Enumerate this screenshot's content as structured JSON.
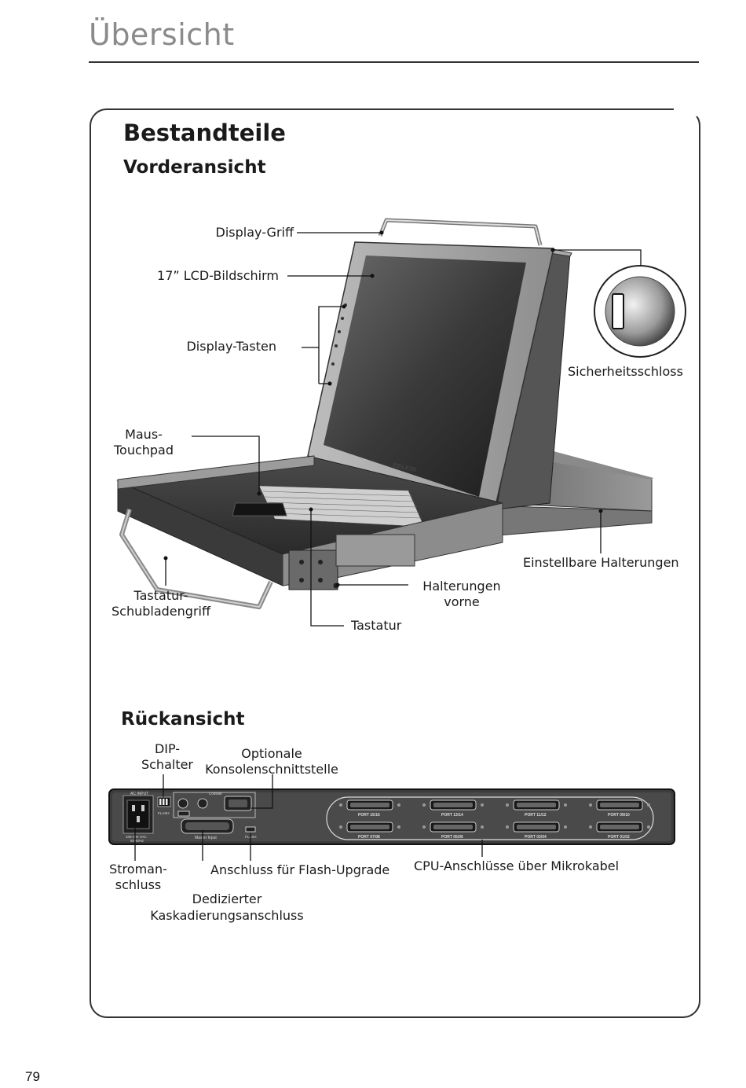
{
  "page": {
    "title": "Übersicht",
    "number": "79"
  },
  "section": {
    "title": "Bestandteile",
    "front": {
      "title": "Vorderansicht",
      "labels": {
        "display_handle": "Display-Griff",
        "lcd_screen": "17” LCD-Bildschirm",
        "display_buttons": "Display-Tasten",
        "touchpad_1": "Maus-",
        "touchpad_2": "Touchpad",
        "security_lock": "Sicherheitsschloss",
        "adjustable_brackets": "Einstellbare Halterungen",
        "front_brackets_1": "Halterungen",
        "front_brackets_2": "vorne",
        "keyboard": "Tastatur",
        "drawer_handle_1": "Tastatur-",
        "drawer_handle_2": "Schubladengriff"
      },
      "brand": "BELKIN"
    },
    "rear": {
      "title": "Rückansicht",
      "labels": {
        "dip_1": "DIP-",
        "dip_2": "Schalter",
        "console_1": "Optionale",
        "console_2": "Konsolenschnittstelle",
        "power_1": "Stroman-",
        "power_2": "schluss",
        "flash": "Anschluss für Flash-Upgrade",
        "cpu_ports": "CPU-Anschlüsse über Mikrokabel",
        "cascade_1": "Dedizierter",
        "cascade_2": "Kaskadierungsanschluss"
      },
      "panel_text": {
        "ac_input": "AC INPUT",
        "voltage": "100-240 VAC",
        "freq": "50-60Hz",
        "flash_small": "FLASH",
        "console_small": "Console",
        "master_input": "Master Input",
        "flash_port": "FLASH",
        "ports": [
          "PORT 15/16",
          "PORT 13/14",
          "PORT 11/12",
          "PORT 09/10",
          "PORT 07/08",
          "PORT 05/06",
          "PORT 03/04",
          "PORT 01/02"
        ]
      }
    }
  }
}
